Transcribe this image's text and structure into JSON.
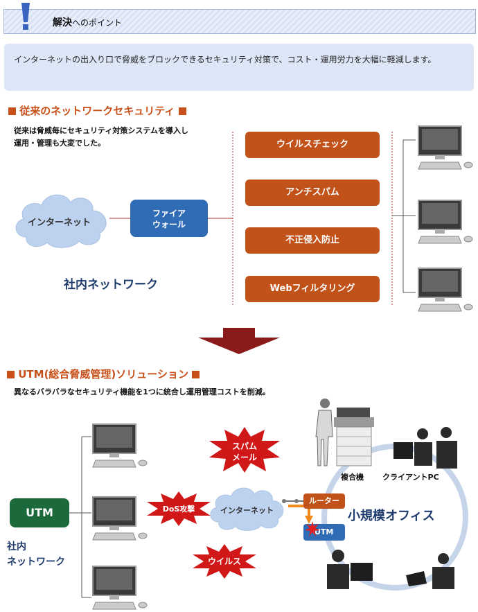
{
  "header": {
    "title_main": "解決",
    "title_sub": "へのポイント"
  },
  "intro": {
    "text": "インターネットの出入り口で脅威をブロックできるセキュリティ対策で、コスト・運用労力を大幅に軽減します。"
  },
  "section1": {
    "title": "従来のネットワークセキュリティ",
    "note_line1": "従来は脅威毎にセキュリティ対策システムを導入し",
    "note_line2": "運用・管理も大変でした。",
    "cloud": "インターネット",
    "firewall_line1": "ファイア",
    "firewall_line2": "ウォール",
    "network": "社内ネットワーク",
    "buttons": [
      "ウイルスチェック",
      "アンチスパム",
      "不正侵入防止",
      "Webフィルタリング"
    ]
  },
  "section2": {
    "title": "UTM(総合脅威管理)ソリューション",
    "note": "異なるバラバラなセキュリティ機能を1つに統合し運用管理コストを削減。",
    "utm": "UTM",
    "network_line1": "社内",
    "network_line2": "ネットワーク",
    "threat_spam_line1": "スパム",
    "threat_spam_line2": "メール",
    "threat_dos": "DoS攻撃",
    "threat_virus": "ウイルス",
    "cloud": "インターネット",
    "router": "ルーター",
    "utm_small": "UTM",
    "office": "小規模オフィス",
    "mfp": "複合機",
    "client": "クライアントPC"
  },
  "colors": {
    "accent_orange": "#c0521a",
    "title_orange": "#c8501a",
    "blue": "#2f6cb5",
    "green": "#1c6a3c",
    "navy": "#1f3c6e",
    "arrow": "#8b1a1a",
    "burst": "#d01818"
  }
}
